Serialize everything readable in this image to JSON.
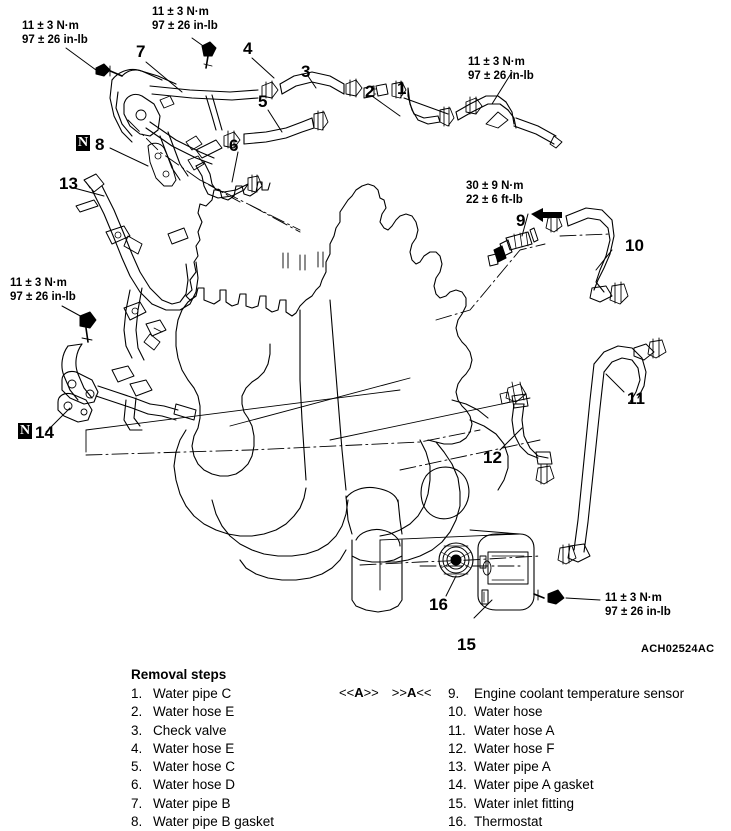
{
  "diagram": {
    "part_code": "ACH02524AC",
    "torque_specs": [
      {
        "id": "tq-top-left",
        "nm": "11 ± 3 N·m",
        "inlb": "97 ± 26 in-lb"
      },
      {
        "id": "tq-top-center",
        "nm": "11 ± 3 N·m",
        "inlb": "97 ± 26 in-lb"
      },
      {
        "id": "tq-top-right",
        "nm": "11 ± 3 N·m",
        "inlb": "97 ± 26 in-lb"
      },
      {
        "id": "tq-mid-left",
        "nm": "11 ± 3 N·m",
        "inlb": "97 ± 26 in-lb"
      },
      {
        "id": "tq-sensor",
        "nm": "30 ± 9 N·m",
        "inlb": "22 ± 6 ft-lb"
      },
      {
        "id": "tq-bottom-right",
        "nm": "11 ± 3 N·m",
        "inlb": "97 ± 26 in-lb"
      }
    ],
    "callouts": [
      {
        "id": "c1",
        "label": "1"
      },
      {
        "id": "c2",
        "label": "2"
      },
      {
        "id": "c3",
        "label": "3"
      },
      {
        "id": "c4",
        "label": "4"
      },
      {
        "id": "c5",
        "label": "5"
      },
      {
        "id": "c6",
        "label": "6"
      },
      {
        "id": "c7",
        "label": "7"
      },
      {
        "id": "c8",
        "label": "8"
      },
      {
        "id": "c9",
        "label": "9"
      },
      {
        "id": "c10",
        "label": "10"
      },
      {
        "id": "c11",
        "label": "11"
      },
      {
        "id": "c12",
        "label": "12"
      },
      {
        "id": "c13",
        "label": "13"
      },
      {
        "id": "c14",
        "label": "14"
      },
      {
        "id": "c15",
        "label": "15"
      },
      {
        "id": "c16",
        "label": "16"
      }
    ],
    "new_part_markers": [
      {
        "id": "n8",
        "symbol": "N"
      },
      {
        "id": "n14",
        "symbol": "N"
      }
    ]
  },
  "legend": {
    "title": "Removal steps",
    "markers": {
      "before": "<<A>>",
      "after": ">>A<<"
    },
    "left_items": [
      {
        "num": "1.",
        "name": "Water pipe C"
      },
      {
        "num": "2.",
        "name": "Water hose E"
      },
      {
        "num": "3.",
        "name": "Check valve"
      },
      {
        "num": "4.",
        "name": "Water hose E"
      },
      {
        "num": "5.",
        "name": "Water hose C"
      },
      {
        "num": "6.",
        "name": "Water hose D"
      },
      {
        "num": "7.",
        "name": "Water pipe B"
      },
      {
        "num": "8.",
        "name": "Water pipe B gasket"
      }
    ],
    "right_items": [
      {
        "num": "9.",
        "name": "Engine coolant temperature sensor"
      },
      {
        "num": "10.",
        "name": "Water hose"
      },
      {
        "num": "11.",
        "name": "Water hose A"
      },
      {
        "num": "12.",
        "name": "Water hose F"
      },
      {
        "num": "13.",
        "name": "Water pipe A"
      },
      {
        "num": "14.",
        "name": "Water pipe A gasket"
      },
      {
        "num": "15.",
        "name": "Water inlet fitting"
      },
      {
        "num": "16.",
        "name": "Thermostat"
      }
    ]
  }
}
